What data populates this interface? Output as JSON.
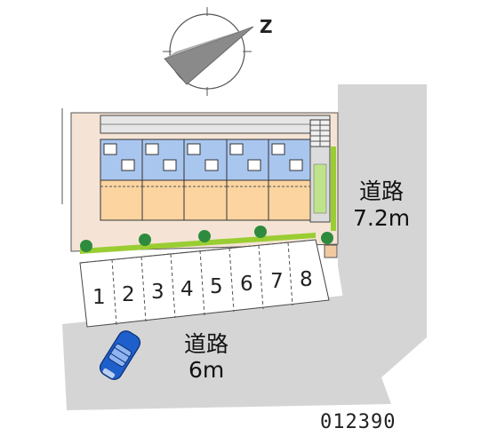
{
  "compass": {
    "letter": "Z",
    "icon": "compass-icon"
  },
  "roads": {
    "east": {
      "name": "道路",
      "width": "7.2m"
    },
    "south": {
      "name": "道路",
      "width": "6m"
    }
  },
  "parking": {
    "slots": [
      "1",
      "2",
      "3",
      "4",
      "5",
      "6",
      "7",
      "8"
    ]
  },
  "property_code": "012390",
  "colors": {
    "road": "#d5d5d5",
    "site": "#f5e4d5",
    "unit_wet": "#a9c6ef",
    "unit_room": "#fcd4a0",
    "hedge": "#9acd32",
    "tree": "#2e8b3e",
    "car": "#1f5fcc"
  }
}
